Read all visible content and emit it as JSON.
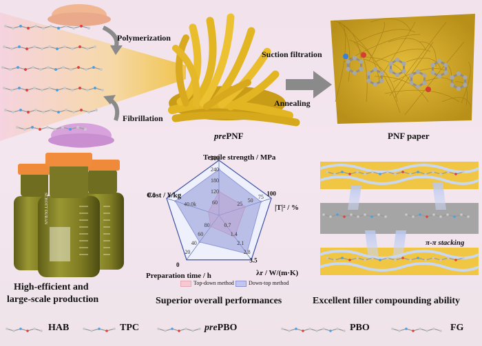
{
  "steps": {
    "polymerization": "Polymerization",
    "fibrillation": "Fibrillation",
    "suction": "Suction filtration",
    "annealing": "Annealing"
  },
  "prepnf": {
    "prefix": "pre",
    "suffix": "PNF"
  },
  "pnf_paper": "PNF paper",
  "bottom_titles": {
    "left_line1": "High-efficient and",
    "left_line2": "large-scale production",
    "middle": "Superior overall performances",
    "right": "Excellent filler compounding ability"
  },
  "stacking_label": "π-π stacking",
  "bottle_brand": "SCHOTT DURAN",
  "legend": {
    "hab": "HAB",
    "tpc": "TPC",
    "preppbo_prefix": "pre",
    "preppbo_suffix": "PBO",
    "pbo": "PBO",
    "fg": "FG"
  },
  "chart_data": {
    "type": "radar",
    "axes": [
      {
        "label": "Tensile strength / MPa",
        "ticks": [
          "300",
          "240",
          "180",
          "120",
          "60"
        ]
      },
      {
        "label": "|T|² / %",
        "ticks": [
          "100",
          "75",
          "50",
          "25"
        ]
      },
      {
        "label": "λr / W/(m·K)",
        "ticks": [
          "3.5",
          "2.8",
          "2.1",
          "1.4",
          "0.7"
        ]
      },
      {
        "label": "Preparation time / h",
        "ticks": [
          "0",
          "20",
          "40",
          "60",
          "80"
        ]
      },
      {
        "label": "Cost / ¥/kg",
        "ticks": [
          "0.0",
          "40.0k"
        ]
      }
    ],
    "series": [
      {
        "name": "Top-down method",
        "values": [
          130,
          50,
          1.7,
          75,
          48000
        ],
        "color": "#e8a7b6"
      },
      {
        "name": "Down-top method",
        "values": [
          250,
          80,
          3.0,
          40,
          10000
        ],
        "color": "#8f96d8"
      }
    ]
  },
  "colors": {
    "fiber": "#e2b523",
    "fiber_dark": "#b58a10",
    "paper": "#d8ad2a",
    "arrow": "#8a8a8a",
    "liquid": "#7c7a22",
    "cap": "#ef8a3a"
  }
}
